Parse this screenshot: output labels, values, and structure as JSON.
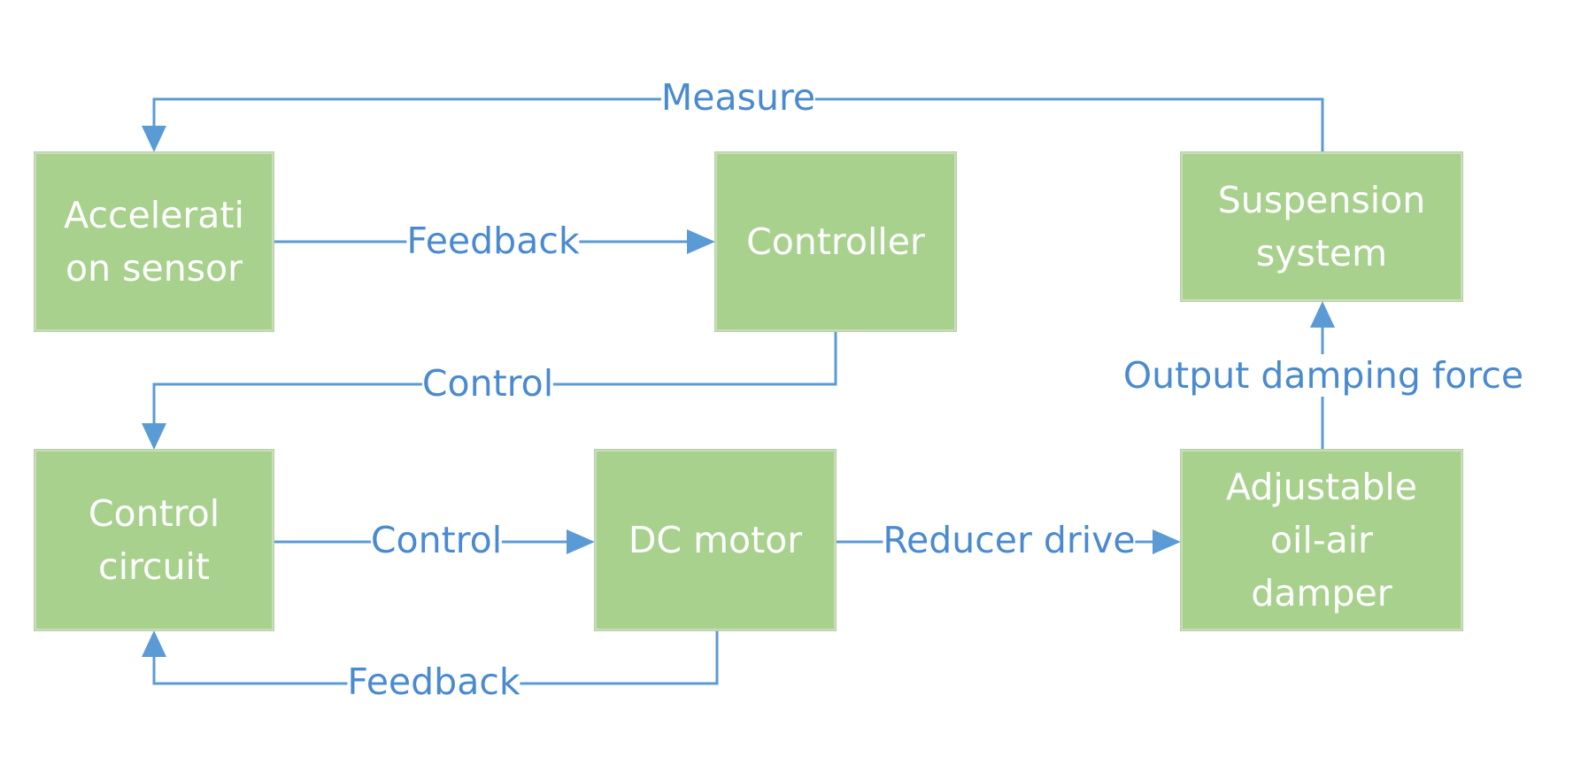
{
  "nodes": {
    "acceleration_sensor": "Accelerati\non sensor",
    "controller": "Controller",
    "suspension_system": "Suspension\nsystem",
    "control_circuit": "Control\ncircuit",
    "dc_motor": "DC motor",
    "damper": "Adjustable\noil-air\ndamper"
  },
  "edges": {
    "measure": "Measure",
    "feedback_top": "Feedback",
    "control_top": "Control",
    "control_bottom": "Control",
    "reducer_drive": "Reducer drive",
    "output_damping_force": "Output damping force",
    "feedback_bottom": "Feedback"
  },
  "colors": {
    "box_fill": "#a9d18e",
    "arrow": "#5b9bd5",
    "label_text": "#4a8ad0"
  }
}
